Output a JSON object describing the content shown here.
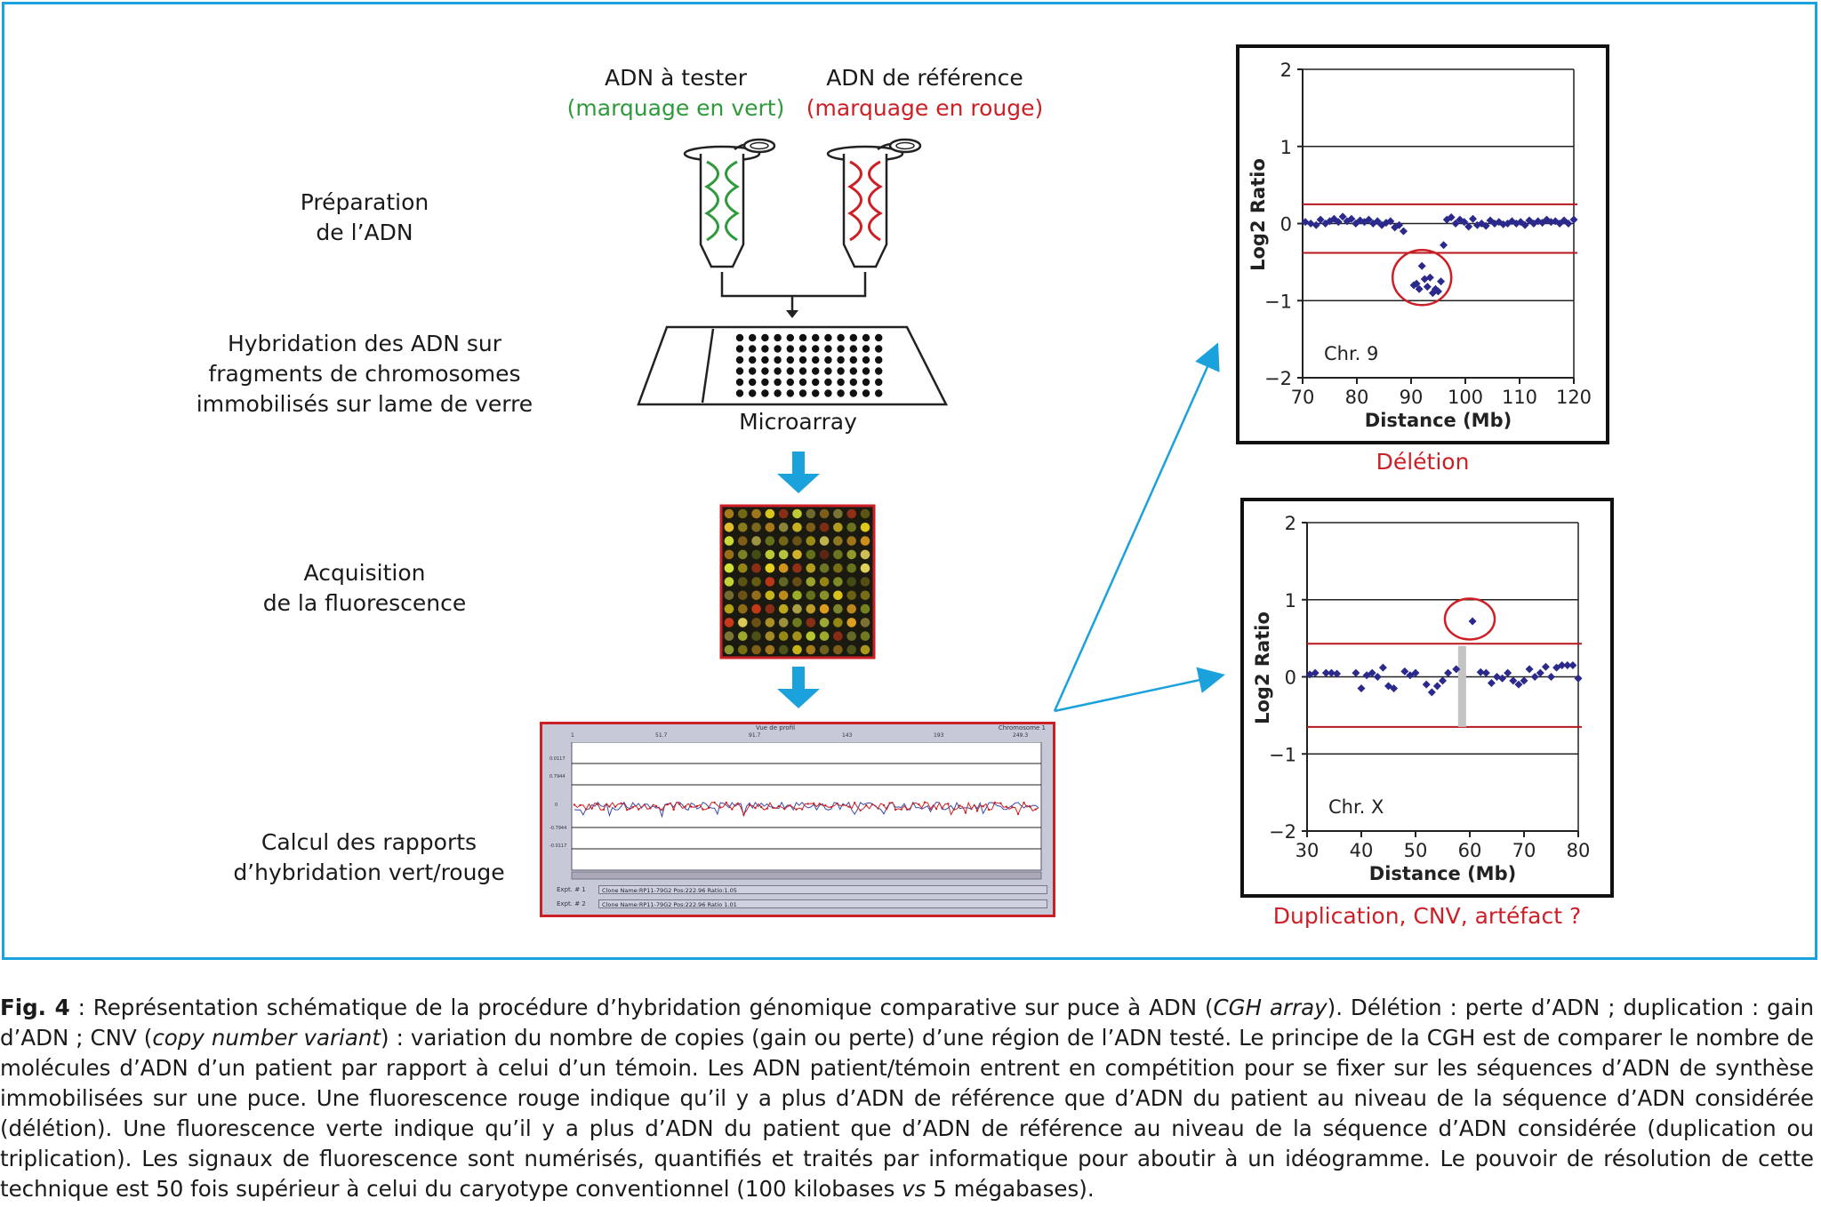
{
  "samples": {
    "test_label": "ADN à tester",
    "test_marking": "(marquage en vert)",
    "ref_label": "ADN de référence",
    "ref_marking": "(marquage en rouge)"
  },
  "steps": [
    {
      "line1": "Préparation",
      "line2": "de l’ADN"
    },
    {
      "line1": "Hybridation des ADN sur",
      "line2": "fragments de chromosomes",
      "line3": "immobilisés sur lame de verre"
    },
    {
      "line1": "Acquisition",
      "line2": "de la fluorescence"
    },
    {
      "line1": "Calcul des rapports",
      "line2": "d’hybridation vert/rouge"
    }
  ],
  "microarray_label": "Microarray",
  "colors": {
    "frame": "#1ba1dc",
    "arrow": "#1ba1dc",
    "red": "#cc1f26",
    "green": "#2e9a3c",
    "points": "#2b2a8c"
  },
  "chart_data": [
    {
      "type": "scatter",
      "title": "Délétion",
      "annotation": "Chr. 9",
      "xlabel": "Distance (Mb)",
      "ylabel": "Log2 Ratio",
      "xlim": [
        70,
        120
      ],
      "ylim": [
        -2,
        2
      ],
      "xticks": [
        70,
        80,
        90,
        100,
        110,
        120
      ],
      "yticks": [
        2,
        1,
        0,
        -1,
        -2
      ],
      "thresholds": [
        0.25,
        -0.38
      ],
      "x": [
        70.5,
        71.5,
        72.5,
        73.3,
        74.2,
        75,
        75.8,
        76.6,
        77.4,
        78.2,
        79,
        79.8,
        80.6,
        81.4,
        82.2,
        83,
        83.8,
        84.6,
        85.4,
        86.2,
        87,
        87.8,
        88.6,
        90.5,
        91,
        91.5,
        92,
        92.5,
        93,
        93.5,
        94,
        94.5,
        95,
        95.5,
        96,
        96.6,
        97.4,
        98.2,
        99,
        99.8,
        100.6,
        101.4,
        102.2,
        103,
        103.8,
        104.6,
        105.4,
        106.2,
        107,
        107.8,
        108.6,
        109.4,
        110.2,
        111,
        111.8,
        112.6,
        113.4,
        114.2,
        115,
        115.8,
        116.6,
        117.4,
        118.2,
        119,
        120
      ],
      "y": [
        0.02,
        0.0,
        -0.02,
        0.05,
        0.0,
        0.03,
        0.06,
        0.02,
        0.09,
        0.03,
        0.06,
        0.0,
        0.04,
        0.02,
        0.05,
        0.0,
        0.03,
        -0.02,
        0.01,
        0.03,
        -0.05,
        -0.02,
        -0.1,
        -0.8,
        -0.78,
        -0.85,
        -0.55,
        -0.72,
        -0.82,
        -0.7,
        -0.9,
        -0.85,
        -0.88,
        -0.75,
        -0.28,
        0.05,
        0.08,
        0.0,
        0.05,
        0.02,
        -0.04,
        0.06,
        -0.02,
        0.0,
        -0.03,
        0.04,
        0.0,
        0.02,
        -0.01,
        0.0,
        0.03,
        0.0,
        0.02,
        -0.02,
        0.04,
        0.0,
        0.03,
        0.01,
        0.05,
        0.02,
        0.03,
        0.0,
        0.04,
        0.0,
        0.05
      ],
      "highlight": {
        "x": 90,
        "y": -0.7
      }
    },
    {
      "type": "scatter",
      "title": "Duplication, CNV, artéfact ?",
      "annotation": "Chr. X",
      "xlabel": "Distance (Mb)",
      "ylabel": "Log2 Ratio",
      "xlim": [
        30,
        80
      ],
      "ylim": [
        -2,
        2
      ],
      "xticks": [
        30,
        40,
        50,
        60,
        70,
        80
      ],
      "yticks": [
        2,
        1,
        0,
        -1,
        -2
      ],
      "thresholds": [
        0.43,
        -0.65
      ],
      "x": [
        30.5,
        31.5,
        33.5,
        34.5,
        35.5,
        39,
        40,
        41,
        42,
        43,
        44,
        45,
        46,
        48,
        49,
        50,
        52,
        53,
        54,
        55,
        56,
        57.5,
        60.5,
        62,
        63,
        64,
        65,
        66,
        67,
        68,
        69,
        70,
        71,
        72,
        73,
        74,
        75,
        76,
        77,
        78,
        79,
        80
      ],
      "y": [
        0.03,
        0.05,
        0.05,
        0.05,
        0.04,
        0.05,
        -0.15,
        0.02,
        0.05,
        0.0,
        0.12,
        -0.12,
        -0.15,
        0.07,
        0.02,
        0.05,
        -0.1,
        -0.2,
        -0.12,
        -0.05,
        0.05,
        0.1,
        0.72,
        0.06,
        0.05,
        -0.08,
        0.0,
        -0.02,
        0.05,
        -0.05,
        -0.1,
        -0.05,
        0.1,
        0.0,
        0.05,
        0.13,
        0.0,
        0.12,
        0.15,
        0.15,
        0.15,
        -0.02
      ],
      "highlight": {
        "x": 60,
        "y": 0.75
      },
      "band_x": 58.5
    }
  ],
  "screen_panel": {
    "title": "Vue de profil",
    "top_right": "Chromosome 1",
    "ticks": [
      "1",
      "51.7",
      "91.7",
      "143",
      "193",
      "249.3"
    ],
    "expt1_label": "Expt. # 1",
    "expt1_value": "Clone Name:RP11-79G2  Pos:222.96  Ratio:1.05",
    "expt2_label": "Expt. # 2",
    "expt2_value": "Clone Name:RP11-79G2  Pos:222.96  Ratio 1.01"
  },
  "caption": {
    "fig_label": "Fig. 4",
    "sep": " : ",
    "p1": "Représentation schématique de la procédure d’hybridation génomique comparative sur puce à ADN (",
    "i1": "CGH array",
    "p2": "). Délétion : perte d’ADN ; duplication : gain d’ADN ; CNV (",
    "i2": "copy number variant",
    "p3": ") : variation du nombre de copies (gain ou perte) d’une région de l’ADN testé. Le principe de la CGH est de comparer le nombre de molécules d’ADN d’un patient par rapport à celui d’un témoin. Les ADN patient/témoin entrent en compétition pour se fixer sur les séquences d’ADN de synthèse immobilisées sur une puce. Une fluorescence rouge indique qu’il y a plus d’ADN de référence que d’ADN du patient au niveau de la séquence d’ADN considérée (délétion). Une fluorescence verte indique qu’il y a plus d’ADN du patient que d’ADN de référence au niveau de la séquence d’ADN considérée (duplication ou triplication). Les signaux de fluorescence sont numérisés, quantifiés et traités par informatique pour aboutir à un idéogramme. Le pouvoir de résolution de cette technique est 50 fois supérieur à celui du caryotype conventionnel (100 kilobases ",
    "i3": "vs",
    "p4": " 5 mégabases)."
  }
}
